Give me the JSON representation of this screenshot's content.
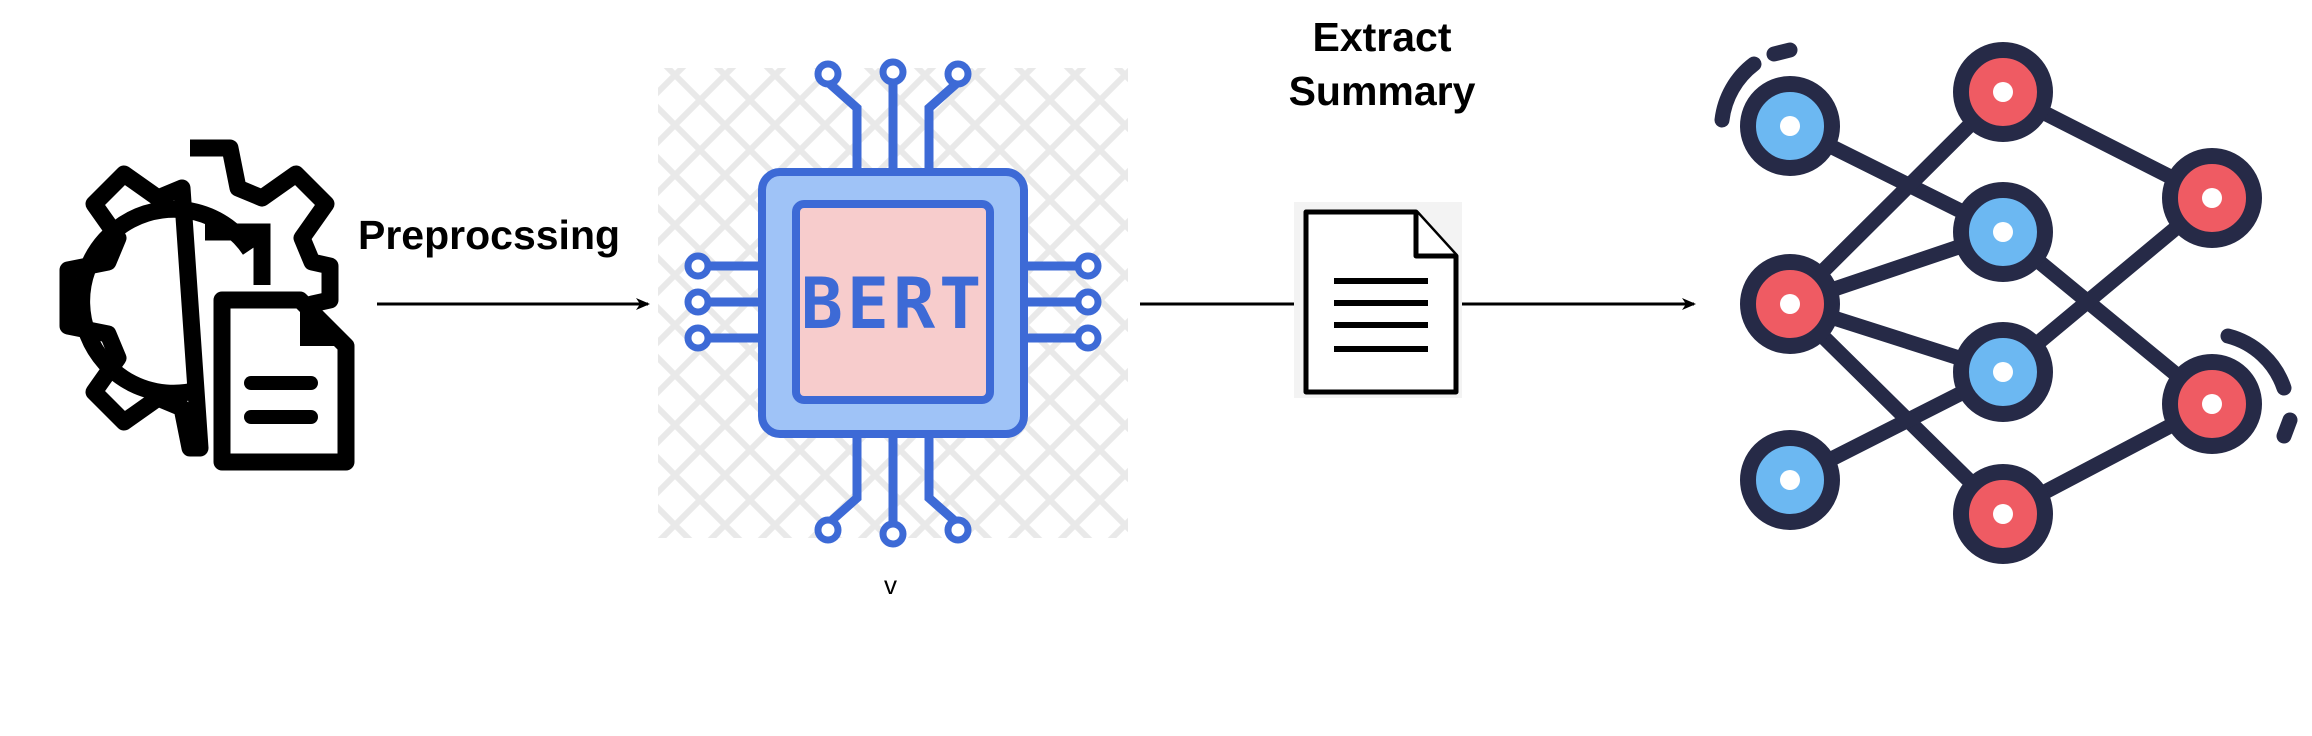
{
  "labels": {
    "preprocessing": "Preprocssing",
    "extract_line1": "Extract",
    "extract_line2": "Summary",
    "bert": "BERT",
    "v": "v"
  },
  "colors": {
    "ink": "#000000",
    "chip_fill": "#9fc3f7",
    "chip_stroke": "#3d6ad6",
    "chip_core": "#f7cccc",
    "node_red": "#ef5b63",
    "node_blue": "#6cb8f2",
    "node_ring": "#262a47",
    "doc_fill": "#f3f3f3"
  },
  "icons": [
    "gear-document-icon",
    "bert-chip-icon",
    "document-icon",
    "neural-network-icon"
  ]
}
